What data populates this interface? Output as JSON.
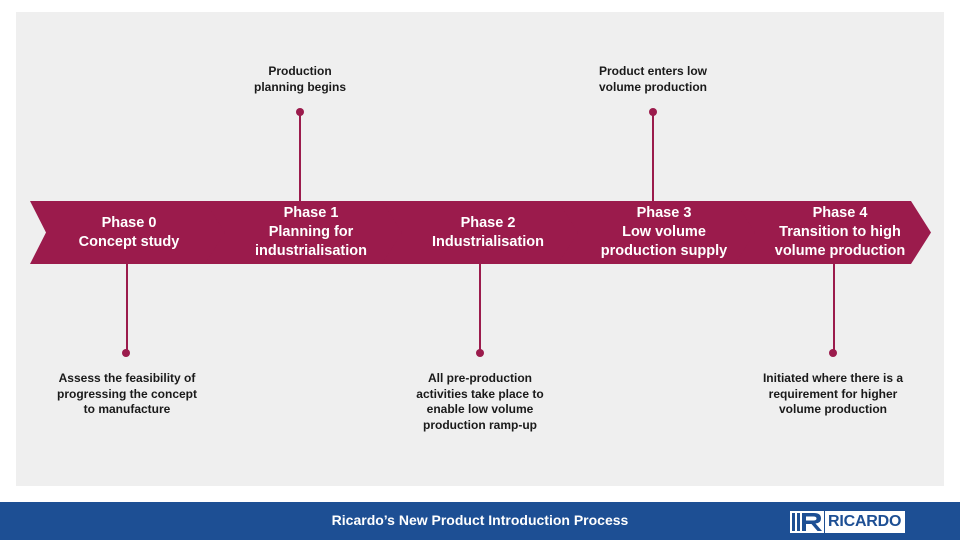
{
  "diagram": {
    "phases": [
      {
        "lines": [
          "Phase 0",
          "Concept study"
        ]
      },
      {
        "lines": [
          "Phase 1",
          "Planning for",
          "industrialisation"
        ]
      },
      {
        "lines": [
          "Phase 2",
          "Industrialisation"
        ]
      },
      {
        "lines": [
          "Phase 3",
          "Low volume",
          "production supply"
        ]
      },
      {
        "lines": [
          "Phase 4",
          "Transition to high",
          "volume production"
        ]
      }
    ],
    "top_notes": [
      {
        "lines": [
          "Production",
          "planning begins"
        ]
      },
      {
        "lines": [
          "Product enters low",
          "volume production"
        ]
      }
    ],
    "bottom_notes": [
      {
        "lines": [
          "Assess the feasibility of",
          "progressing the concept",
          "to manufacture"
        ]
      },
      {
        "lines": [
          "All pre-production",
          "activities take place to",
          "enable low volume",
          "production ramp-up"
        ]
      },
      {
        "lines": [
          "Initiated where there is a",
          "requirement for higher",
          "volume production"
        ]
      }
    ]
  },
  "footer": {
    "title": "Ricardo’s New Product Introduction Process",
    "logo_text": "RICARDO"
  },
  "colors": {
    "accent": "#9b1b4c",
    "footer_bg": "#1d4f94",
    "panel_bg": "#efefef"
  }
}
